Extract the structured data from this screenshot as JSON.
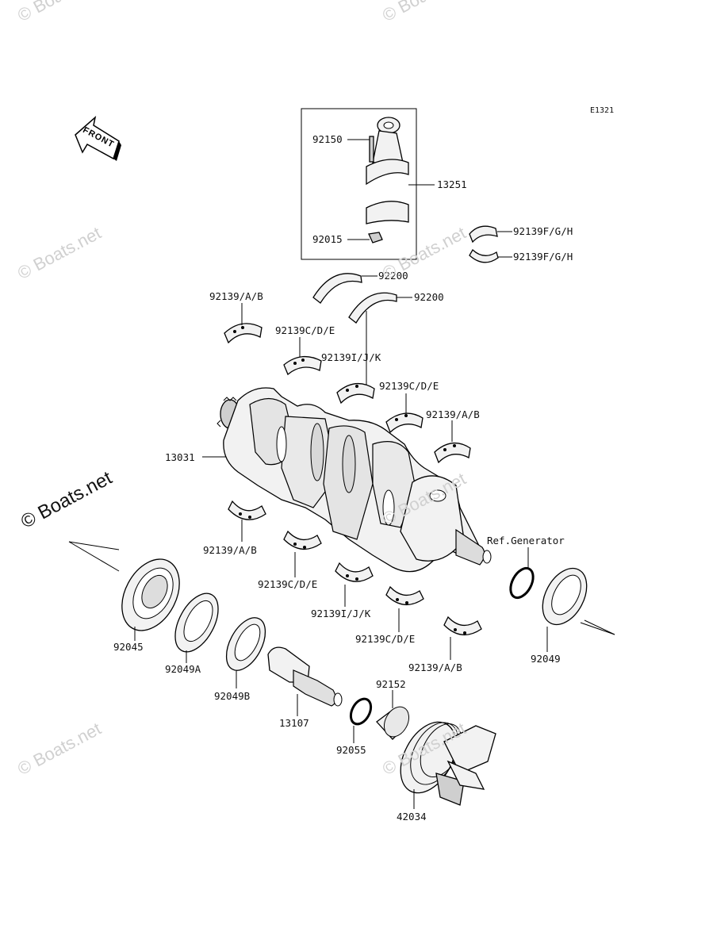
{
  "diagram_code": "E1321",
  "front_label": "FRONT",
  "watermark": "© Boats.net",
  "labels": {
    "p92150": "92150",
    "p13251": "13251",
    "p92015": "92015",
    "p92139fgh_1": "92139F/G/H",
    "p92139fgh_2": "92139F/G/H",
    "p92200_1": "92200",
    "p92200_2": "92200",
    "p92139ab_1": "92139/A/B",
    "p92139cde_1": "92139C/D/E",
    "p92139ijk_1": "92139I/J/K",
    "p92139cde_2": "92139C/D/E",
    "p92139ab_2": "92139/A/B",
    "p13031": "13031",
    "p92139ab_3": "92139/A/B",
    "p92139cde_3": "92139C/D/E",
    "p92139ijk_2": "92139I/J/K",
    "p92139cde_4": "92139C/D/E",
    "p92139ab_4": "92139/A/B",
    "ref_generator": "Ref.Generator",
    "p92045": "92045",
    "p92049a": "92049A",
    "p92049b": "92049B",
    "p13107": "13107",
    "p92152": "92152",
    "p92055": "92055",
    "p42034": "42034",
    "p92049": "92049"
  }
}
